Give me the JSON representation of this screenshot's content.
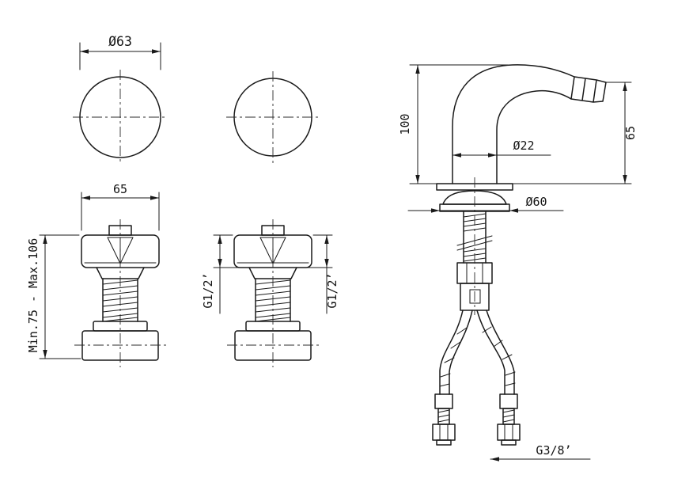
{
  "drawing": {
    "colors": {
      "background": "#ffffff",
      "line": "#1a1a1a"
    },
    "labels": {
      "handle_diameter": "Ø63",
      "valve_body_width": "65",
      "valve_height_range": "Min.75 - Max.106",
      "thread_left": "G1/2’",
      "thread_right": "G1/2’",
      "spout_height": "100",
      "spout_tube_diameter": "Ø22",
      "spout_reach": "65",
      "escutcheon_diameter": "Ø60",
      "hose_thread": "G3/8’"
    }
  }
}
